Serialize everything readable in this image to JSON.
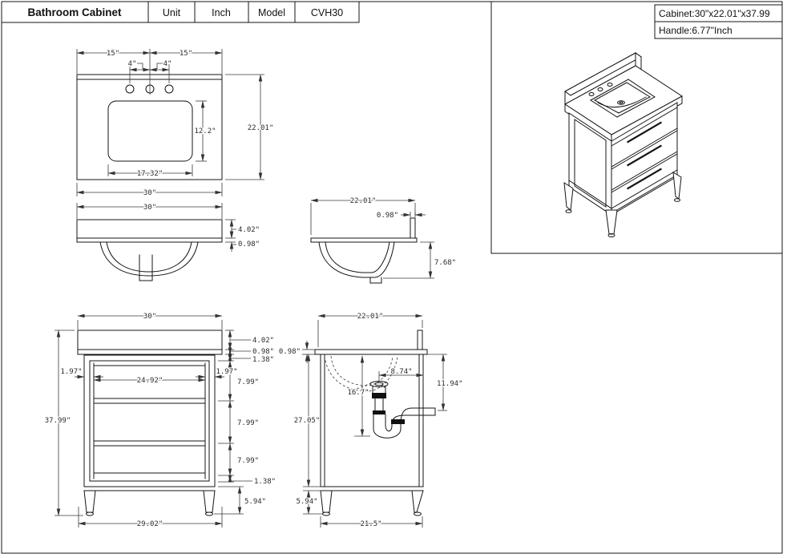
{
  "title_block": {
    "title": "Bathroom Cabinet",
    "unit_label": "Unit",
    "unit_value": "Inch",
    "model_label": "Model",
    "model_value": "CVH30"
  },
  "info_box": {
    "cabinet": "Cabinet:30\"x22.01\"x37.99",
    "handle": "Handle:6.77\"Inch"
  },
  "dims": {
    "tv_w_left": "15\"",
    "tv_w_right": "15\"",
    "tv_hole_left": "4\"",
    "tv_hole_right": "4\"",
    "tv_depth": "22.01\"",
    "tv_sink_d": "12.2\"",
    "tv_sink_w": "17.32\"",
    "tv_width": "30\"",
    "cf_width": "30\"",
    "cf_splash_h": "4.02\"",
    "cf_slab": "0.98\"",
    "cs_depth": "22.01\"",
    "cs_splash_t": "0.98\"",
    "cs_bowl_h": "7.68\"",
    "fe_width": "30\"",
    "fe_height": "37.99\"",
    "fe_splash_h": "4.02\"",
    "fe_slab": "0.98\"",
    "fe_rail_top": "1.38\"",
    "fe_stile_left": "1.97\"",
    "fe_stile_right": "1.97\"",
    "fe_drawer_w": "24.92\"",
    "fe_drawer1": "7.99\"",
    "fe_drawer2": "7.99\"",
    "fe_drawer3": "7.99\"",
    "fe_rail_bot": "1.38\"",
    "fe_leg_h": "5.94\"",
    "fe_base_w": "29.02\"",
    "se_depth": "22.01\"",
    "se_slab": "0.98\"",
    "se_drain_off": "8.74\"",
    "se_pipe_drop": "11.94\"",
    "se_drain_len": "16.7\"",
    "se_body_h": "27.05\"",
    "se_leg_h": "5.94\"",
    "se_base_d": "21.5\""
  }
}
